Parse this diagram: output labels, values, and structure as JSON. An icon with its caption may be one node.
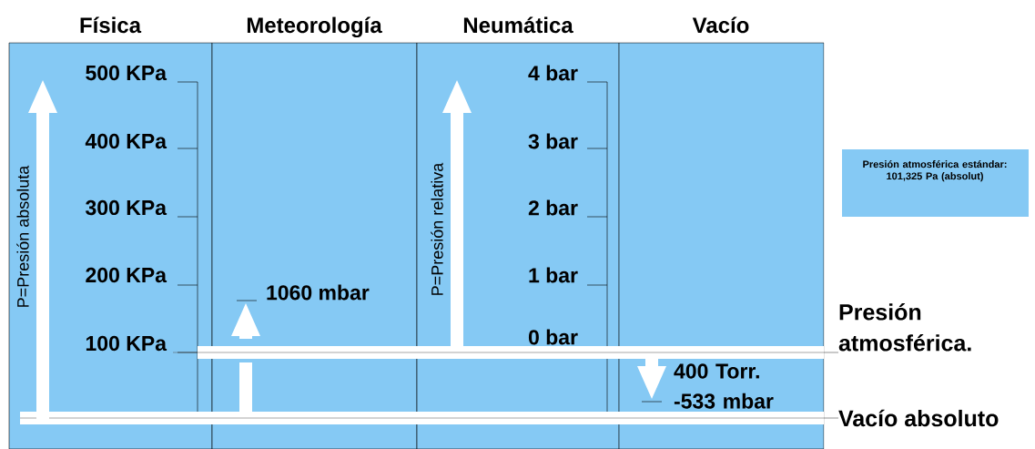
{
  "diagram": {
    "nodes": [
      {
        "text": [
          "Física"
        ]
      },
      {
        "text": [
          "Meteorología"
        ]
      },
      {
        "text": [
          "Neumática"
        ]
      },
      {
        "text": [
          "Vacío"
        ]
      },
      {
        "text": [
          "Presión atmosférica estándar:",
          "101,325 Pa (absolut)"
        ]
      },
      {
        "text": [
          "Presión atmosférica."
        ]
      },
      {
        "text": [
          "Vacío absoluto"
        ]
      },
      {
        "text": [],
        "shape": "bar"
      },
      {
        "text": [],
        "shape": "bar"
      }
    ],
    "edges": [
      {
        "from": 5,
        "to": 7,
        "arrow": "none"
      },
      {
        "from": 6,
        "to": 8,
        "arrow": "none"
      }
    ],
    "labels": [
      "500 KPa",
      "400 KPa",
      "300 KPa",
      "200 KPa",
      "100 KPa",
      "P=Presión absoluta",
      "1060 mbar",
      "4 bar",
      "3 bar",
      "2 bar",
      "1 bar",
      "0 bar",
      "P=Presión relativa",
      "400 Torr. -533 mbar"
    ]
  }
}
